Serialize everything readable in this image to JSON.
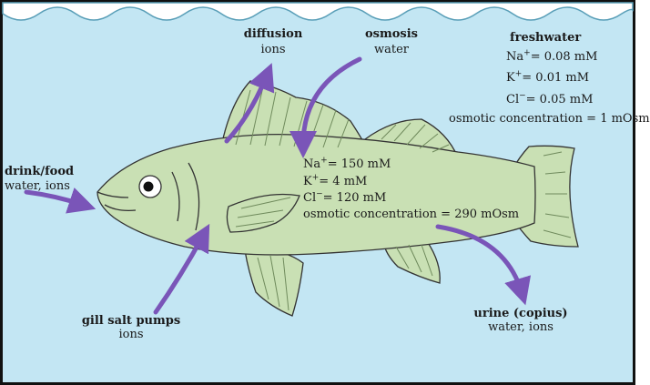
{
  "diffusion": {
    "title": "diffusion",
    "sub": "ions"
  },
  "osmosis": {
    "title": "osmosis",
    "sub": "water"
  },
  "freshwater": {
    "title": "freshwater",
    "na": {
      "ion": "Na",
      "charge": "+",
      "value": "= 0.08 mM"
    },
    "k": {
      "ion": "K",
      "charge": "+",
      "value": "= 0.01 mM"
    },
    "cl": {
      "ion": "Cl",
      "charge": "−",
      "value": "= 0.05 mM"
    },
    "osm": "osmotic concentration = 1 mOsm"
  },
  "internal": {
    "na": {
      "ion": "Na",
      "charge": "+",
      "value": "= 150 mM"
    },
    "k": {
      "ion": "K",
      "charge": "+",
      "value": "= 4 mM"
    },
    "cl": {
      "ion": "Cl",
      "charge": "−",
      "value": "= 120 mM"
    },
    "osm": "osmotic concentration = 290 mOsm"
  },
  "drink": {
    "title": "drink/food",
    "sub": "water, ions"
  },
  "gill": {
    "title": "gill salt pumps",
    "sub": "ions"
  },
  "urine": {
    "title": "urine (copius)",
    "sub": "water, ions"
  },
  "colors": {
    "water": "#c3e6f3",
    "fish": "#c9e0b4",
    "arrow": "#7a55b8",
    "outline": "#333333"
  }
}
